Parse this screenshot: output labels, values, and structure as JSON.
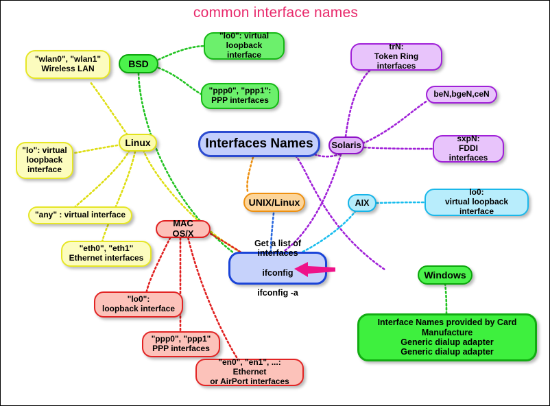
{
  "title": "common interface names",
  "colors": {
    "title": "#e8296b",
    "root_fill": "#c3cefc",
    "root_border": "#2b4ad0",
    "bsd": "#22c322",
    "linux": "#dede12",
    "solaris": "#a020d8",
    "aix": "#18bdee",
    "macosx": "#e02020",
    "unix_linux": "#ee9010",
    "windows": "#22c322",
    "arrow": "#ee1289"
  },
  "root": {
    "label": "Interfaces Names"
  },
  "command_box": {
    "line1": "Get a list of interfaces",
    "line2": "ifconfig",
    "line3": "ifconfig -a",
    "arrow_icon": "left-arrow-icon"
  },
  "branches": {
    "bsd": {
      "label": "BSD",
      "children": [
        {
          "label": "\"lo0\": virtual\nloopback interface"
        },
        {
          "label": "\"ppp0\", \"ppp1\":\nPPP interfaces"
        }
      ]
    },
    "linux": {
      "label": "Linux",
      "children": [
        {
          "label": "\"wlan0\", \"wlan1\"\nWireless LAN"
        },
        {
          "label": "\"lo\": virtual\nloopback\ninterface"
        },
        {
          "label": "\"any\" : virtual interface"
        },
        {
          "label": "\"eth0\", \"eth1\"\nEthernet interfaces"
        }
      ]
    },
    "solaris": {
      "label": "Solaris",
      "children": [
        {
          "label": "trN:\nToken Ring interfaces"
        },
        {
          "label": "beN,bgeN,ceN"
        },
        {
          "label": "sxpN:\nFDDI interfaces"
        }
      ]
    },
    "aix": {
      "label": "AIX",
      "children": [
        {
          "label": "lo0:\nvirtual loopback interface"
        }
      ]
    },
    "macosx": {
      "label": "MAC OS/X",
      "children": [
        {
          "label": "\"lo0\":\nloopback interface"
        },
        {
          "label": "\"ppp0\", \"ppp1\"\nPPP interfaces"
        },
        {
          "label": "\"en0\", \"en1\", ...: Ethernet\nor AirPort interfaces"
        }
      ]
    },
    "unix_linux": {
      "label": "UNIX/Linux"
    },
    "windows": {
      "label": "Windows",
      "children": [
        {
          "label": "Interface Names provided by Card Manufacture\nGeneric dialup adapter\nGeneric dialup adapter"
        }
      ]
    }
  }
}
